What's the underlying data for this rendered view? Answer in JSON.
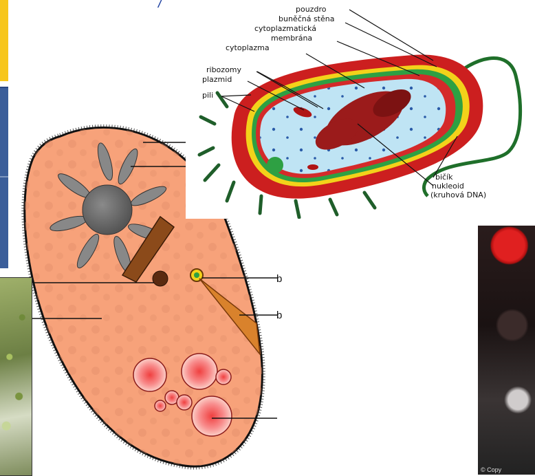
{
  "header_mark": "/",
  "bacteria_labels": {
    "capsule": "pouzdro",
    "cell_wall": "buněčná stěna",
    "membrane_line1": "cytoplazmatická",
    "membrane_line2": "membrána",
    "cytoplasm": "cytoplazma",
    "ribosomes": "ribozomy",
    "plasmid": "plazmid",
    "pili": "pili",
    "flagellum": "bičík",
    "nucleoid": "nukleoid",
    "nucleoid_note": "(kruhová DNA)"
  },
  "paramecium_labels": {
    "right_1": "b",
    "right_2": "b"
  },
  "photo_caption": "© Copy",
  "colors": {
    "cytoplasm_body": "#f7a27a",
    "capsule_red": "#cc1f1f",
    "wall_yellow": "#f3d21a",
    "membrane_green": "#2ea043",
    "cytoplasm_blue": "#bfe4f4",
    "nucleoid_dark_red": "#9b1b1b"
  }
}
